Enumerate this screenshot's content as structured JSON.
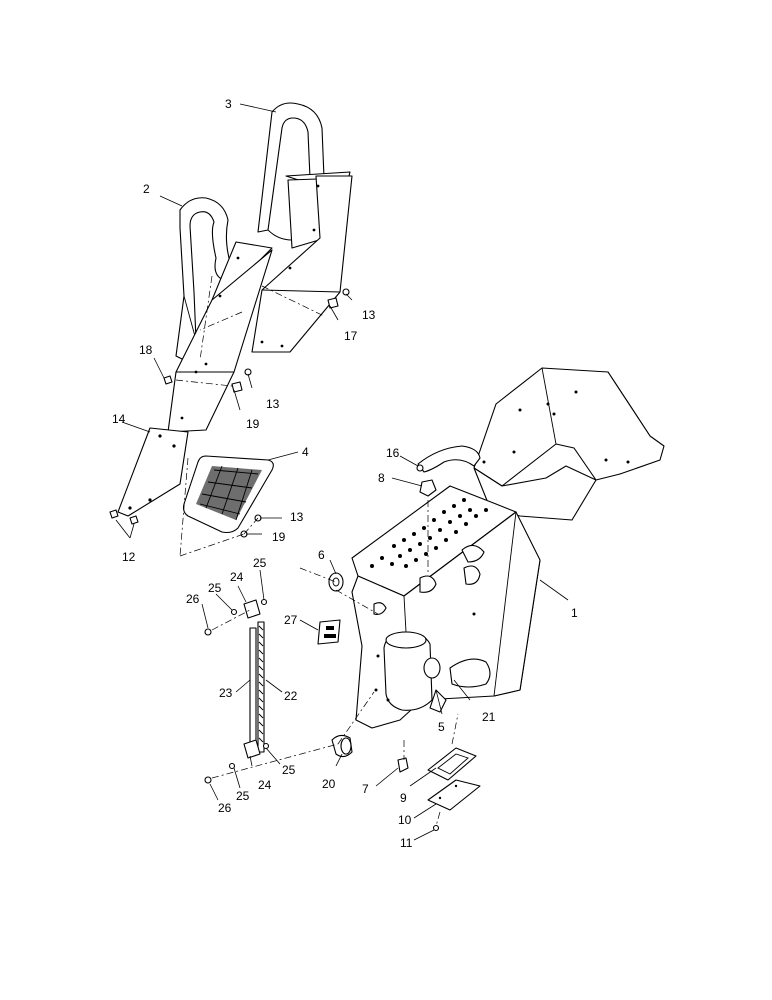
{
  "labels": {
    "l1": "1",
    "l2": "2",
    "l3": "3",
    "l4": "4",
    "l5": "5",
    "l6": "6",
    "l7": "7",
    "l8": "8",
    "l9": "9",
    "l10": "10",
    "l11": "11",
    "l12": "12",
    "l13a": "13",
    "l13b": "13",
    "l13c": "13",
    "l14": "14",
    "l16": "16",
    "l17": "17",
    "l18": "18",
    "l19a": "19",
    "l19b": "19",
    "l20": "20",
    "l21": "21",
    "l22": "22",
    "l23": "23",
    "l24a": "24",
    "l24b": "24",
    "l25a": "25",
    "l25b": "25",
    "l25c": "25",
    "l25d": "25",
    "l26a": "26",
    "l26b": "26",
    "l27": "27"
  }
}
